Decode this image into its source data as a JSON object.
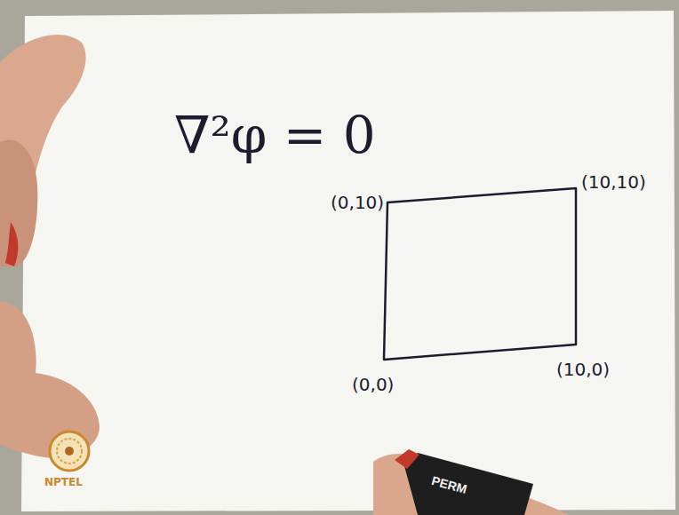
{
  "diagram": {
    "labels": [
      "∇²φ = 0",
      "(0,10)",
      "(10,10)",
      "(0,0)",
      "(10,0)",
      "NPTEL",
      "PERM"
    ]
  }
}
